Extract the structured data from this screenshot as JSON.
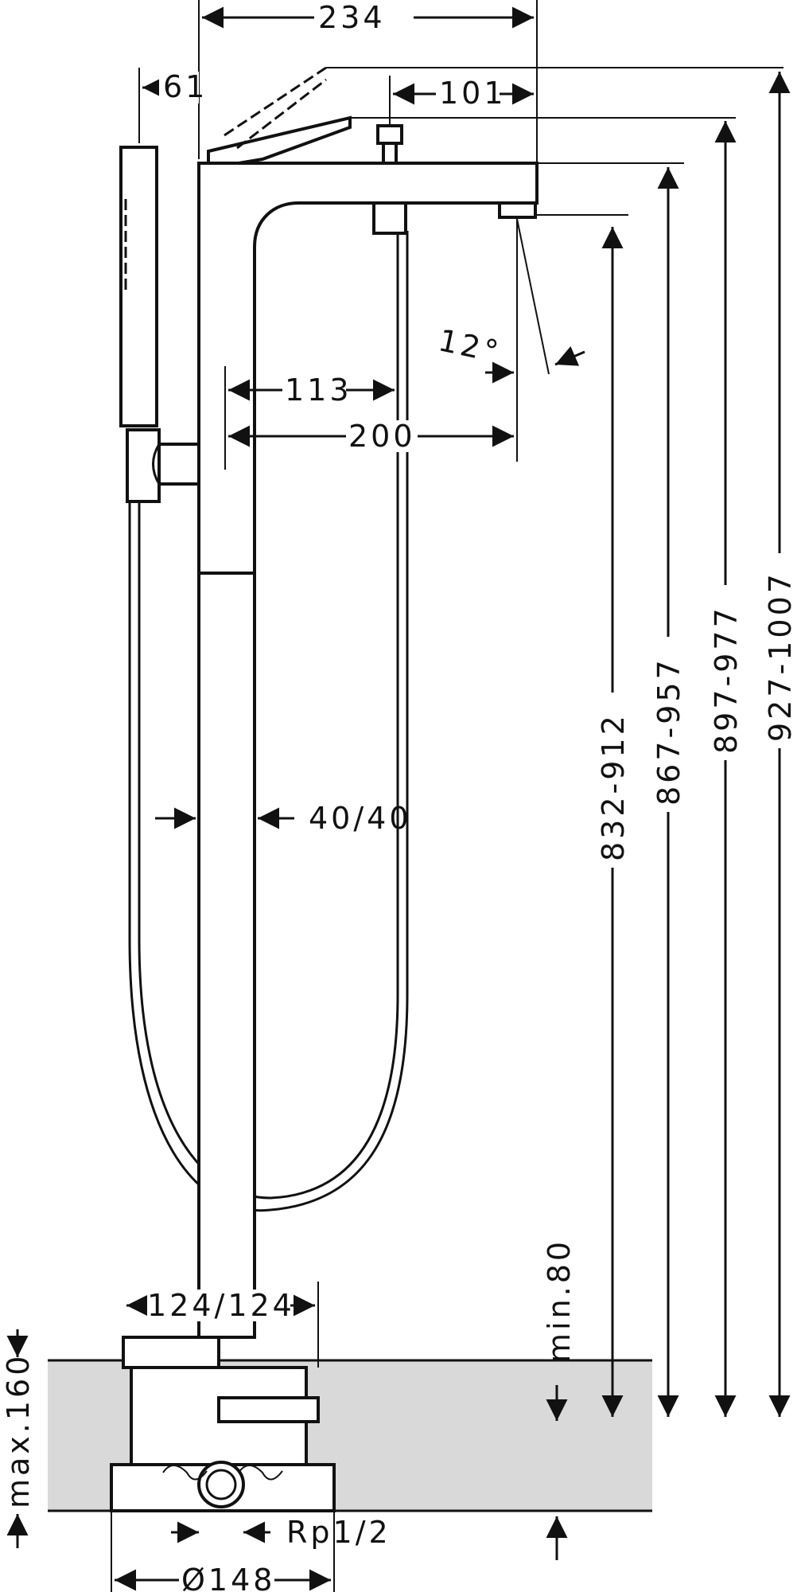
{
  "diagram": {
    "dimensions": {
      "top_width": "234",
      "handle_offset": "61",
      "spout_to_center": "101",
      "angle": "12°",
      "inner_offset": "113",
      "projection": "200",
      "tube_section": "40/40",
      "height_outlet": "832-912",
      "height_spout": "867-957",
      "height_lever": "897-977",
      "height_total": "927-1007",
      "base_size": "124/124",
      "max_depth": "max.160",
      "min_clearance": "min.80",
      "connection": "Rp1/2",
      "flange_diameter": "Ø148"
    },
    "colors": {
      "line": "#111111",
      "floor_fill": "#d9d9d9",
      "background": "#ffffff"
    }
  }
}
